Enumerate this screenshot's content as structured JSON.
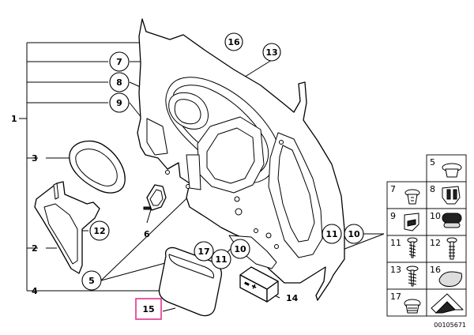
{
  "diagram": {
    "part_labels": {
      "p1": "1",
      "p2": "2",
      "p3": "3",
      "p4": "4",
      "p5": "5",
      "p6": "6",
      "p7": "7",
      "p8": "8",
      "p9": "9",
      "p10a": "10",
      "p10b": "10",
      "p11a": "11",
      "p11b": "11",
      "p12": "12",
      "p13": "13",
      "p14": "14",
      "p15": "15",
      "p16": "16",
      "p17": "17"
    },
    "legend": [
      {
        "n": "5"
      },
      {
        "n": "7"
      },
      {
        "n": "8"
      },
      {
        "n": "9"
      },
      {
        "n": "10"
      },
      {
        "n": "11"
      },
      {
        "n": "12"
      },
      {
        "n": "13"
      },
      {
        "n": "16"
      },
      {
        "n": "17"
      }
    ],
    "highlighted_part": "15",
    "diagram_number": "00105671",
    "colors": {
      "highlight": "#e0338a",
      "ink": "#000000"
    }
  }
}
